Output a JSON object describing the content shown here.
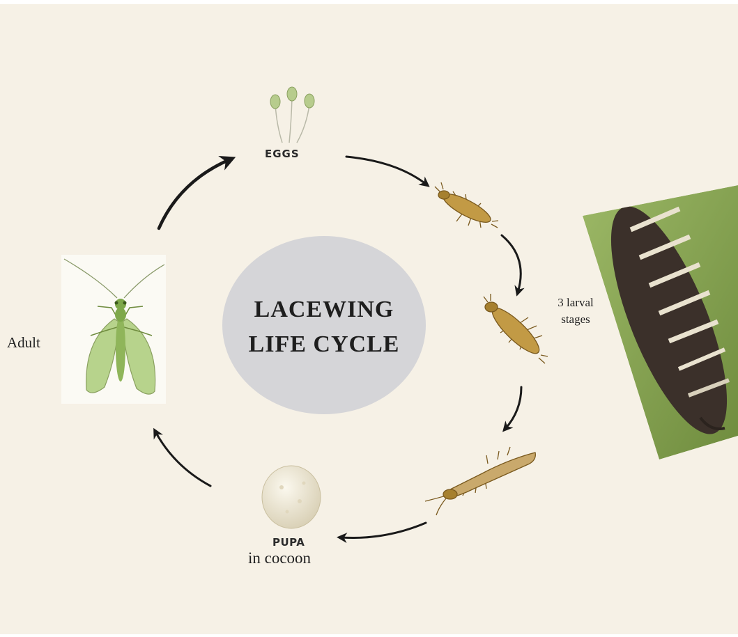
{
  "diagram": {
    "title_line1": "LACEWING",
    "title_line2": "LIFE CYCLE",
    "stages": {
      "eggs": "EGGS",
      "larval": "3 larval stages",
      "pupa": "PUPA",
      "pupa_sub": "in cocoon",
      "adult": "Adult"
    }
  },
  "colors": {
    "background": "#f6f1e6",
    "title_circle": "#d5d5d8",
    "arrow": "#1a1a1a",
    "larva": "#b08a3a",
    "adult_wing": "#b7d38c",
    "cocoon": "#ece6d2",
    "photo_leaf": "#8aa656"
  },
  "icons": [
    "eggs-icon",
    "larva-stage1-icon",
    "larva-stage2-icon",
    "larva-stage3-icon",
    "cocoon-icon",
    "adult-lacewing-icon",
    "larva-photo"
  ]
}
